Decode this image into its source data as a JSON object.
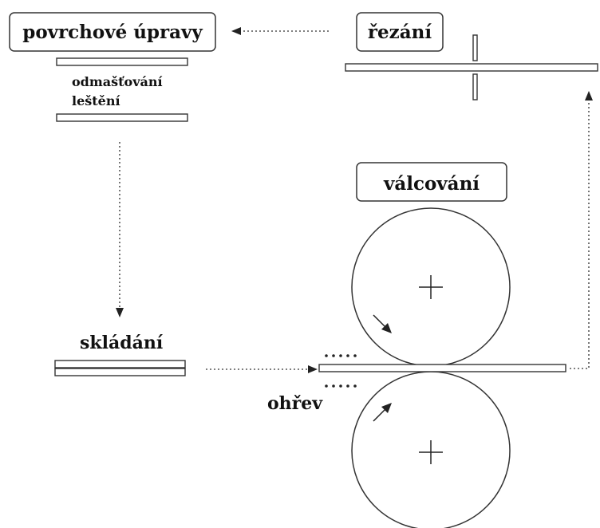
{
  "labels": {
    "surface_treatment": "povrchové úpravy",
    "cutting": "řezání",
    "degreasing": "odmašťování",
    "polishing": "leštění",
    "rolling": "válcování",
    "stacking": "skládání",
    "heating": "ohřev"
  },
  "colors": {
    "stroke": "#333333",
    "text": "#111111",
    "background": "#ffffff"
  }
}
